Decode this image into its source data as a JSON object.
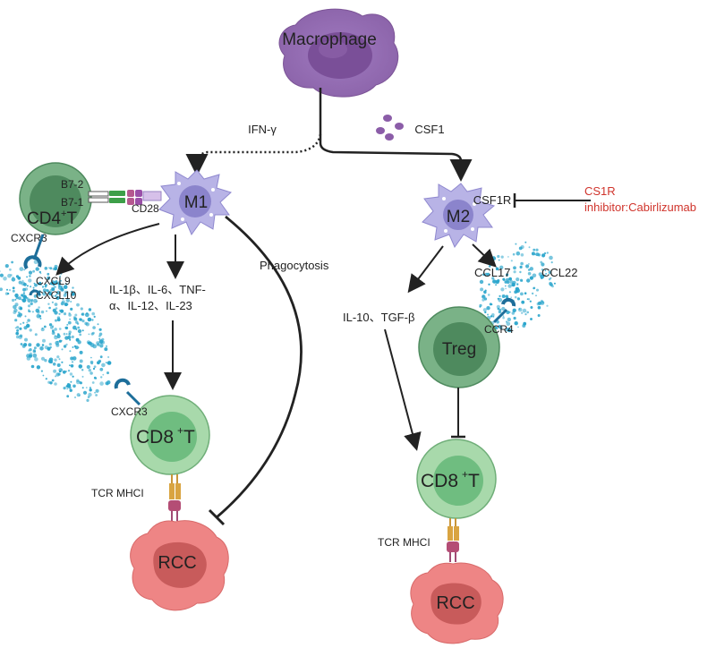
{
  "labels": {
    "macrophage": "Macrophage",
    "m1": "M1",
    "m2": "M2",
    "ifn": "IFN-γ",
    "csf1": "CSF1",
    "csf1r": "CSF1R",
    "inhibitor_line1": "CS1R",
    "inhibitor_line2": "inhibitor:Cabirlizumab",
    "cd4t_main": "CD4",
    "cd4t_sup": "+",
    "cd4t_t": "T",
    "b72": "B7-2",
    "b71": "B7-1",
    "cd28": "CD28",
    "cxcr3_left": "CXCR3",
    "cxcl9": "CXCL9",
    "cxcl10": "CXCL10",
    "cytokines_line1": "IL-1β、IL-6、TNF-",
    "cytokines_line2": "α、IL-12、IL-23",
    "phagocytosis": "Phagocytosis",
    "cxcr3_cd8": "CXCR3",
    "cd8_left_main": "CD8",
    "cd8_left_sup": "+",
    "cd8_left_t": "T",
    "tcr_left": "TCR MHCI",
    "rcc_left": "RCC",
    "ccl17": "CCL17",
    "ccl22": "CCL22",
    "il10": "IL-10、TGF-β",
    "ccr4": "CCR4",
    "treg": "Treg",
    "cd8_right_main": "CD8",
    "cd8_right_sup": "+",
    "cd8_right_t": "T",
    "tcr_right": "TCR MHCI",
    "rcc_right": "RCC"
  },
  "colors": {
    "macrophage": "#9b6fb3",
    "m_cell": "#b8b3e6",
    "t_cell": "#9fd3a0",
    "cd4_cell": "#5f9e6e",
    "treg": "#5c9a68",
    "rcc": "#ee8585",
    "chemokine_dots": "#2aa5cc",
    "inhibitor_text": "#d0342c",
    "receptor": "#1d6e9a"
  }
}
